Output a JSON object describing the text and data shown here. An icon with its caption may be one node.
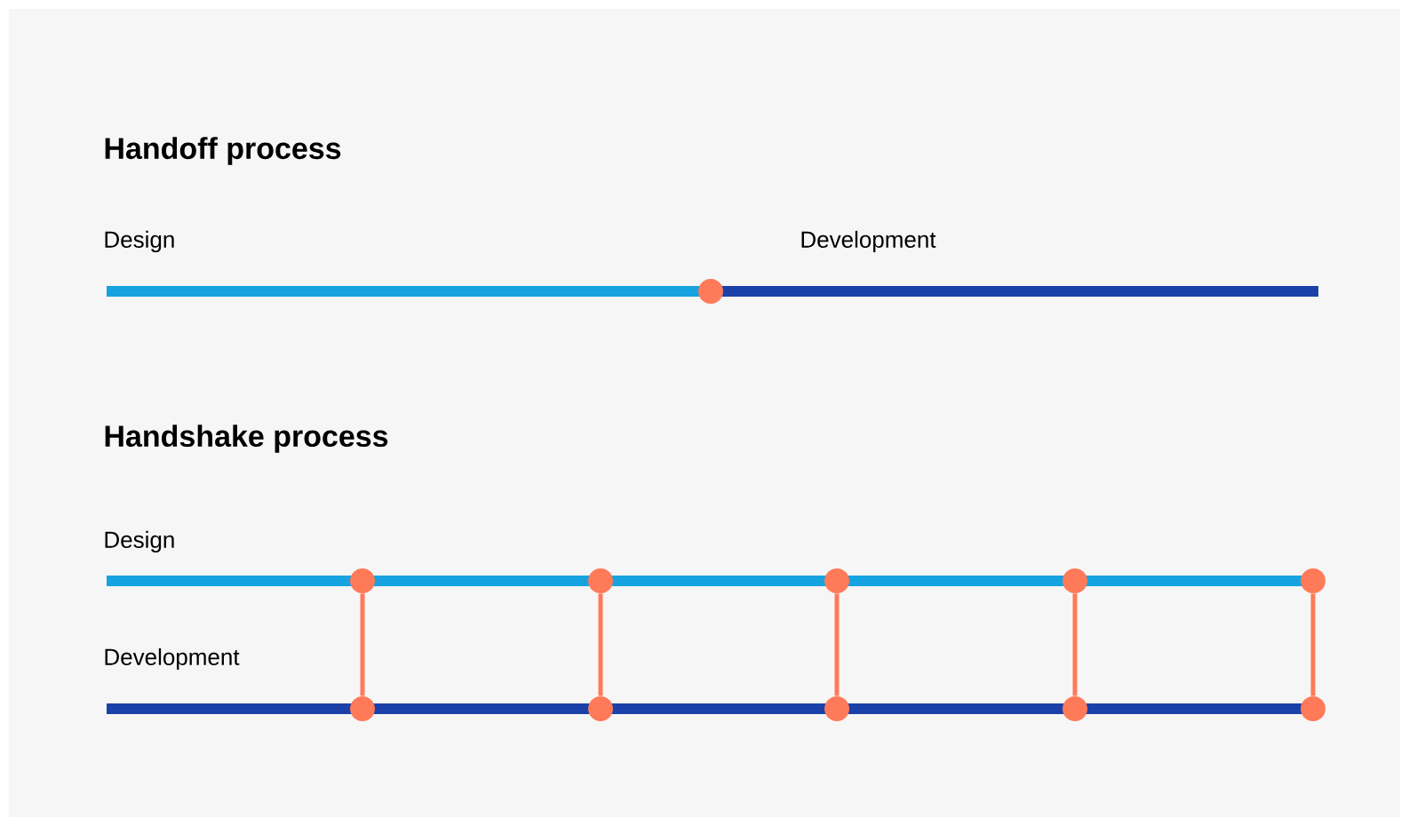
{
  "diagram": {
    "nodes": [
      {
        "text": [
          "Design"
        ]
      },
      {
        "text": [
          "Development"
        ]
      },
      {
        "text": [],
        "shape": "circle"
      },
      {
        "text": [
          "Design"
        ]
      },
      {
        "text": [
          "Development"
        ]
      },
      {
        "text": [],
        "shape": "circle"
      },
      {
        "text": [],
        "shape": "circle"
      },
      {
        "text": [],
        "shape": "circle"
      },
      {
        "text": [],
        "shape": "circle"
      },
      {
        "text": [],
        "shape": "circle"
      },
      {
        "text": [],
        "shape": "circle"
      },
      {
        "text": [],
        "shape": "circle"
      },
      {
        "text": [],
        "shape": "circle"
      },
      {
        "text": [],
        "shape": "circle"
      },
      {
        "text": [],
        "shape": "circle"
      }
    ],
    "edges": [
      {
        "from": 5,
        "to": 10,
        "arrow": "none"
      },
      {
        "from": 6,
        "to": 11,
        "arrow": "none"
      },
      {
        "from": 7,
        "to": 12,
        "arrow": "none"
      },
      {
        "from": 8,
        "to": 13,
        "arrow": "none"
      },
      {
        "from": 9,
        "to": 14,
        "arrow": "none"
      }
    ],
    "labels": [
      "Handoff process",
      "Handshake process"
    ]
  }
}
